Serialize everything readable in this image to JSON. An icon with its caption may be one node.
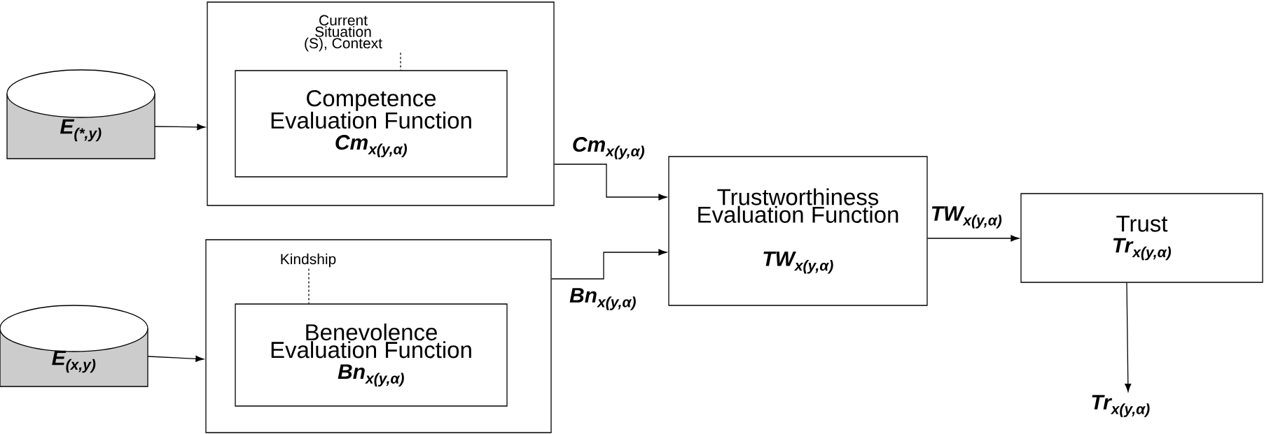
{
  "diagram": {
    "nodes": [
      {
        "text": [],
        "shape": "box"
      },
      {
        "text": [
          "Current Situation (S), Context"
        ],
        "in": 0
      },
      {
        "text": [
          "Competence Evaluation Function",
          "Cm$_{x(y,α)}$"
        ],
        "in": 0
      },
      {
        "text": [],
        "shape": "box"
      },
      {
        "text": [
          "Kindship"
        ],
        "in": 3
      },
      {
        "text": [
          "Benevolence Evaluation Function",
          "Bn$_{x(y,α)}$"
        ],
        "in": 3
      },
      {
        "text": [
          "E$_{(*,y)}$"
        ]
      },
      {
        "text": [
          "E$_{(x,y)}$"
        ]
      },
      {
        "text": [
          "Trustworthiness Evaluation Function",
          "TW$_{x(y,α)}$"
        ]
      },
      {
        "text": [
          "Trust",
          "Tr$_{x(y,α)}$"
        ]
      },
      {
        "text": [
          "Tr$_{x(y,α)}$"
        ]
      }
    ],
    "edges": [
      {
        "from": 1,
        "to": 2,
        "arrow": "none",
        "style": "dashed"
      },
      {
        "from": 4,
        "to": 5,
        "arrow": "none",
        "style": "dashed"
      },
      {
        "from": 6,
        "to": 0,
        "arrow": "to"
      },
      {
        "from": 7,
        "to": 3,
        "arrow": "to"
      },
      {
        "from": 0,
        "to": 8,
        "arrow": "to",
        "label": "Cm$_{x(y,α)}$"
      },
      {
        "from": 3,
        "to": 8,
        "arrow": "to",
        "label": "Bn$_{x(y,α)}$"
      },
      {
        "from": 8,
        "to": 9,
        "arrow": "to",
        "label": "TW$_{x(y,α)}$"
      },
      {
        "from": 9,
        "to": 10,
        "arrow": "to"
      }
    ]
  }
}
